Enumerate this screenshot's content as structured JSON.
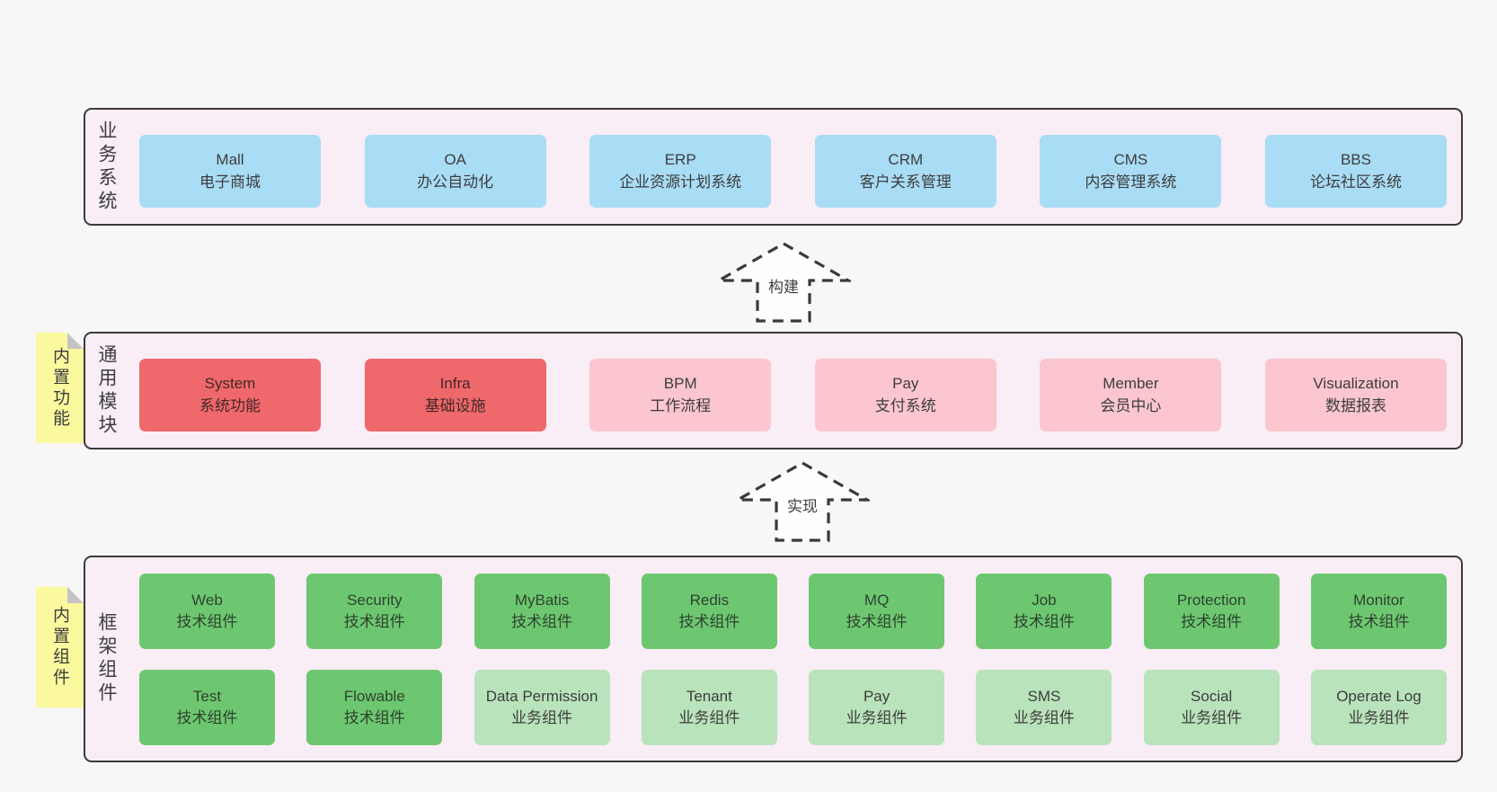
{
  "colors": {
    "background": "#f7f7f7",
    "layer_fill": "#f9edf6",
    "layer_border": "#3a3a3a",
    "blue_box": "#a9dcf5",
    "red_box": "#ef686b",
    "pink_box": "#fbc6ce",
    "green_box": "#6dc770",
    "light_green_box": "#b9e3bb",
    "sticky_yellow": "#fbf99e",
    "fold_gray": "#c4c4c4",
    "text": "#3d3d3d"
  },
  "arrows": [
    {
      "label": "构建"
    },
    {
      "label": "实现"
    }
  ],
  "stickies": [
    {
      "label": "内置功能"
    },
    {
      "label": "内置组件"
    }
  ],
  "layers": [
    {
      "label": "业务系统",
      "boxes": [
        {
          "name": "Mall",
          "desc": "电子商城"
        },
        {
          "name": "OA",
          "desc": "办公自动化"
        },
        {
          "name": "ERP",
          "desc": "企业资源计划系统"
        },
        {
          "name": "CRM",
          "desc": "客户关系管理"
        },
        {
          "name": "CMS",
          "desc": "内容管理系统"
        },
        {
          "name": "BBS",
          "desc": "论坛社区系统"
        }
      ]
    },
    {
      "label": "通用模块",
      "boxes": [
        {
          "name": "System",
          "desc": "系统功能"
        },
        {
          "name": "Infra",
          "desc": "基础设施"
        },
        {
          "name": "BPM",
          "desc": "工作流程"
        },
        {
          "name": "Pay",
          "desc": "支付系统"
        },
        {
          "name": "Member",
          "desc": "会员中心"
        },
        {
          "name": "Visualization",
          "desc": "数据报表"
        }
      ]
    },
    {
      "label": "框架组件",
      "rows": [
        [
          {
            "name": "Web",
            "desc": "技术组件"
          },
          {
            "name": "Security",
            "desc": "技术组件"
          },
          {
            "name": "MyBatis",
            "desc": "技术组件"
          },
          {
            "name": "Redis",
            "desc": "技术组件"
          },
          {
            "name": "MQ",
            "desc": "技术组件"
          },
          {
            "name": "Job",
            "desc": "技术组件"
          },
          {
            "name": "Protection",
            "desc": "技术组件"
          },
          {
            "name": "Monitor",
            "desc": "技术组件"
          }
        ],
        [
          {
            "name": "Test",
            "desc": "技术组件"
          },
          {
            "name": "Flowable",
            "desc": "技术组件"
          },
          {
            "name": "Data Permission",
            "desc": "业务组件"
          },
          {
            "name": "Tenant",
            "desc": "业务组件"
          },
          {
            "name": "Pay",
            "desc": "业务组件"
          },
          {
            "name": "SMS",
            "desc": "业务组件"
          },
          {
            "name": "Social",
            "desc": "业务组件"
          },
          {
            "name": "Operate Log",
            "desc": "业务组件"
          }
        ]
      ]
    }
  ]
}
